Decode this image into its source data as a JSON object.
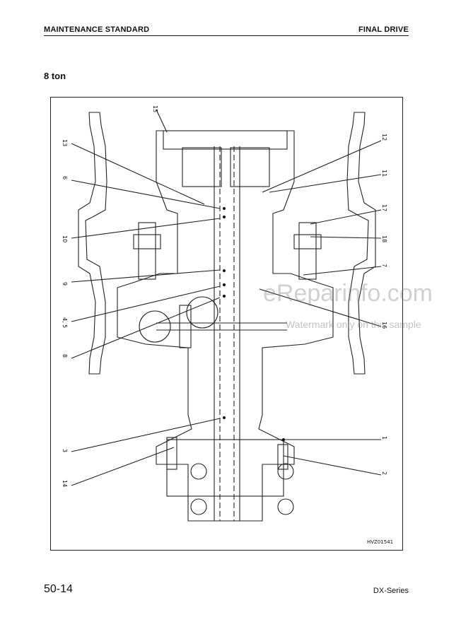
{
  "header": {
    "left": "MAINTENANCE STANDARD",
    "right": "FINAL DRIVE"
  },
  "section_title": "8 ton",
  "callouts": [
    "15",
    "13",
    "6",
    "10",
    "9",
    "4, 5",
    "8",
    "3",
    "14",
    "12",
    "11",
    "17",
    "18",
    "7",
    "16",
    "1",
    "2"
  ],
  "drawing_code": "HVZ01541",
  "watermark": {
    "main": "eReparinfo.com",
    "sub": "Watermark only on this sample"
  },
  "footer": {
    "page": "50-14",
    "series": "DX-Series"
  }
}
